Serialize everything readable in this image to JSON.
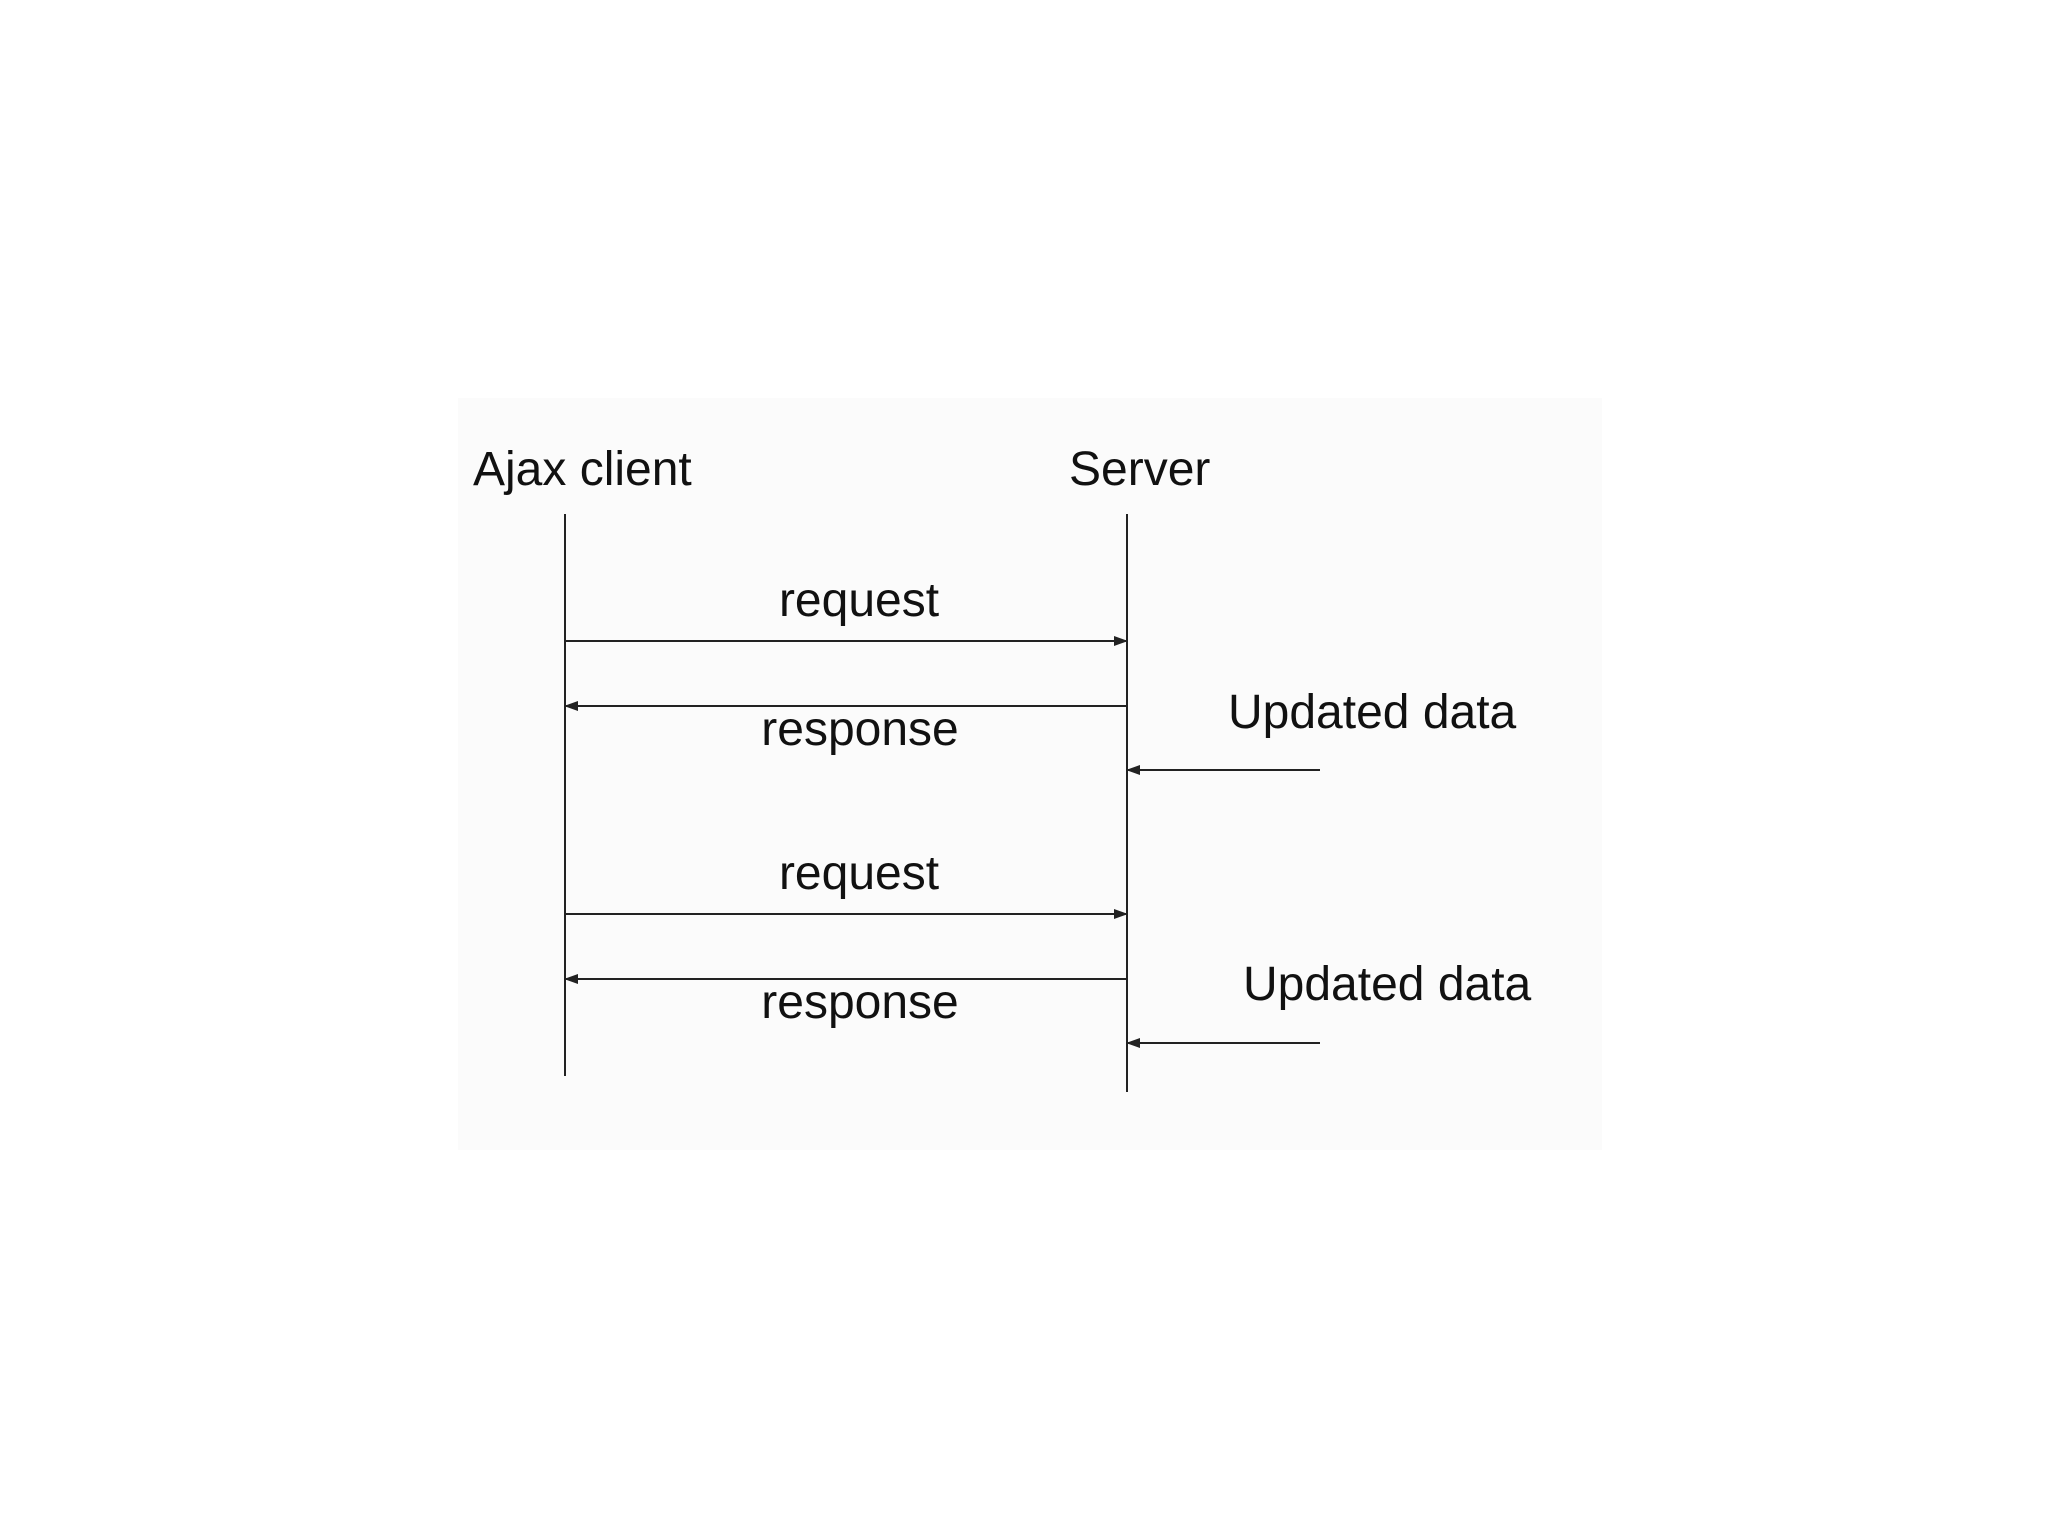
{
  "participants": {
    "client": "Ajax client",
    "server": "Server"
  },
  "messages": [
    {
      "label": "request",
      "from": "client",
      "to": "server"
    },
    {
      "label": "response",
      "from": "server",
      "to": "client"
    },
    {
      "label": "request",
      "from": "client",
      "to": "server"
    },
    {
      "label": "response",
      "from": "server",
      "to": "client"
    }
  ],
  "external_events": [
    {
      "label": "Updated data",
      "to": "server"
    },
    {
      "label": "Updated data",
      "to": "server"
    }
  ],
  "colors": {
    "line": "#222222",
    "text": "#111111",
    "panel": "#fbfbfb",
    "background": "#ffffff"
  }
}
